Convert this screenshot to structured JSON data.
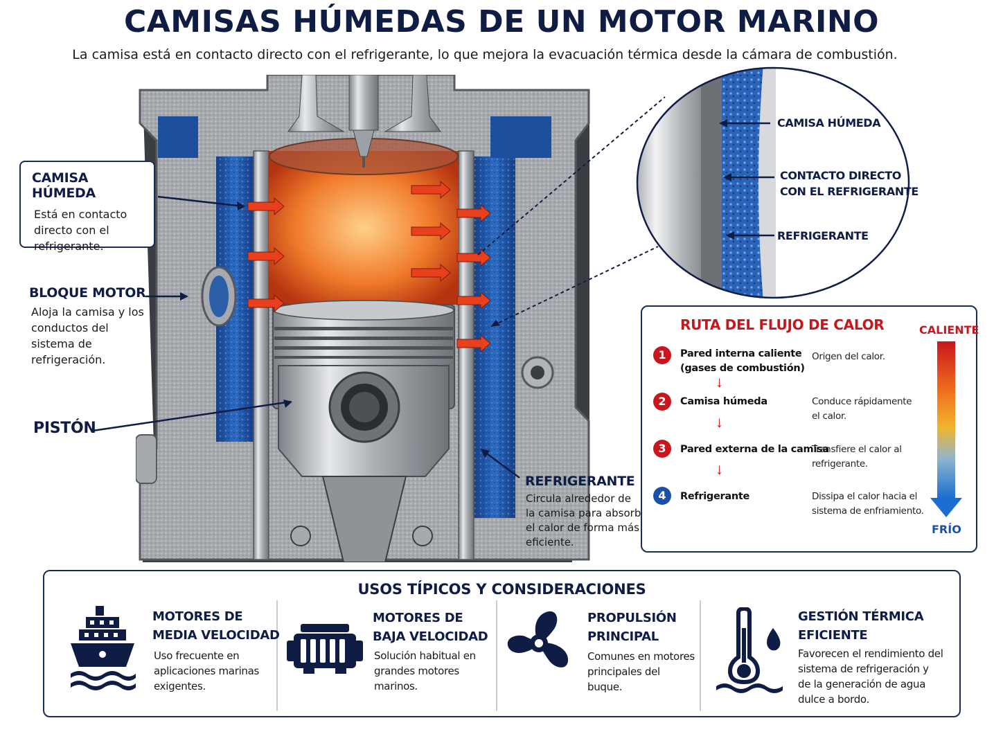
{
  "header": {
    "title": "CAMISAS HÚMEDAS DE UN MOTOR MARINO",
    "subtitle": "La camisa está en contacto directo con el refrigerante, lo que mejora la evacuación térmica desde la cámara de combustión."
  },
  "callouts": {
    "camisa": {
      "title": "CAMISA HÚMEDA",
      "lines": [
        "Está en contacto",
        "directo con el",
        "refrigerante."
      ]
    },
    "bloque": {
      "title": "BLOQUE MOTOR",
      "lines": [
        "Aloja la camisa y los",
        "conductos del",
        "sistema de",
        "refrigeración."
      ]
    },
    "piston": {
      "title": "PISTÓN"
    },
    "refrigerante": {
      "title": "REFRIGERANTE",
      "lines": [
        "Circula alrededor de",
        "la camisa para absorber",
        "el calor de forma más",
        "eficiente."
      ]
    }
  },
  "zoom": {
    "labels": [
      "CAMISA HÚMEDA",
      "CONTACTO DIRECTO",
      "CON EL REFRIGERANTE",
      "REFRIGERANTE"
    ]
  },
  "heat_flow": {
    "title": "RUTA DEL FLUJO DE CALOR",
    "scale_hot": "CALIENTE",
    "scale_cold": "FRÍO",
    "steps": [
      {
        "num": "1",
        "name": [
          "Pared interna caliente",
          "(gases de combustión)"
        ],
        "desc": [
          "Origen del calor."
        ],
        "color": "#c8161d"
      },
      {
        "num": "2",
        "name": [
          "Camisa húmeda"
        ],
        "desc": [
          "Conduce rápidamente",
          "el calor."
        ],
        "color": "#c8161d"
      },
      {
        "num": "3",
        "name": [
          "Pared externa de la camisa"
        ],
        "desc": [
          "Transfiere el calor al",
          "refrigerante."
        ],
        "color": "#c8161d"
      },
      {
        "num": "4",
        "name": [
          "Refrigerante"
        ],
        "desc": [
          "Dissipa el calor hacia el",
          "sistema de enfriamiento."
        ],
        "color": "#1c4fa8"
      }
    ]
  },
  "uses": {
    "title": "USOS TÍPICOS Y CONSIDERACIONES",
    "items": [
      {
        "icon": "ship-icon",
        "title": [
          "MOTORES DE",
          "MEDIA VELOCIDAD"
        ],
        "text": [
          "Uso frecuente en",
          "aplicaciones marinas",
          "exigentes."
        ]
      },
      {
        "icon": "engine-icon",
        "title": [
          "MOTORES DE",
          "BAJA VELOCIDAD"
        ],
        "text": [
          "Solución habitual en",
          "grandes motores",
          "marinos."
        ]
      },
      {
        "icon": "propeller-icon",
        "title": [
          "PROPULSIÓN",
          "PRINCIPAL"
        ],
        "text": [
          "Comunes en motores",
          "principales del",
          "buque."
        ]
      },
      {
        "icon": "thermometer-icon",
        "title": [
          "GESTIÓN TÉRMICA",
          "EFICIENTE"
        ],
        "text": [
          "Favorecen el rendimiento del",
          "sistema de refrigeración y",
          "de la generación de agua",
          "dulce a bordo."
        ]
      }
    ]
  },
  "colors": {
    "navy": "#0f1d45",
    "red": "#c8161d",
    "coolant": "#1d5fb0",
    "steel": "#b8bcc2"
  }
}
